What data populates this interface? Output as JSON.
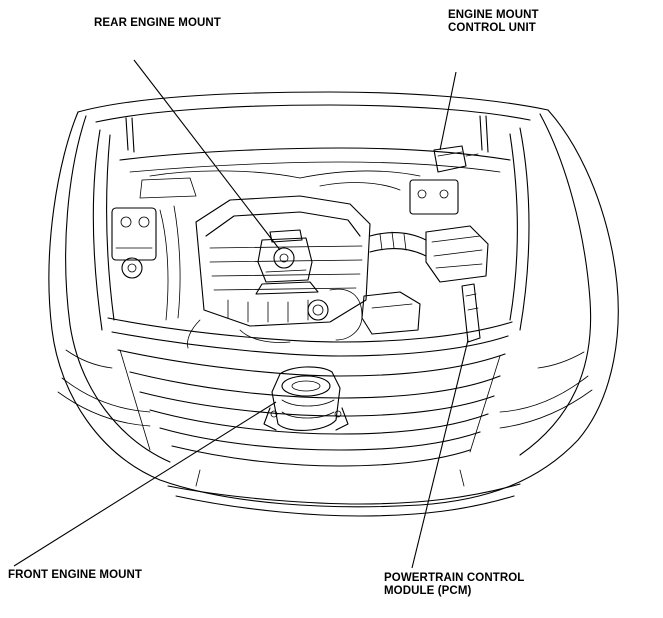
{
  "labels": {
    "rear_engine_mount": "REAR ENGINE MOUNT",
    "engine_mount_control_unit": [
      "ENGINE MOUNT",
      "CONTROL UNIT"
    ],
    "front_engine_mount": "FRONT ENGINE MOUNT",
    "powertrain_control_module": [
      "POWERTRAIN CONTROL",
      "MODULE (PCM)"
    ]
  }
}
